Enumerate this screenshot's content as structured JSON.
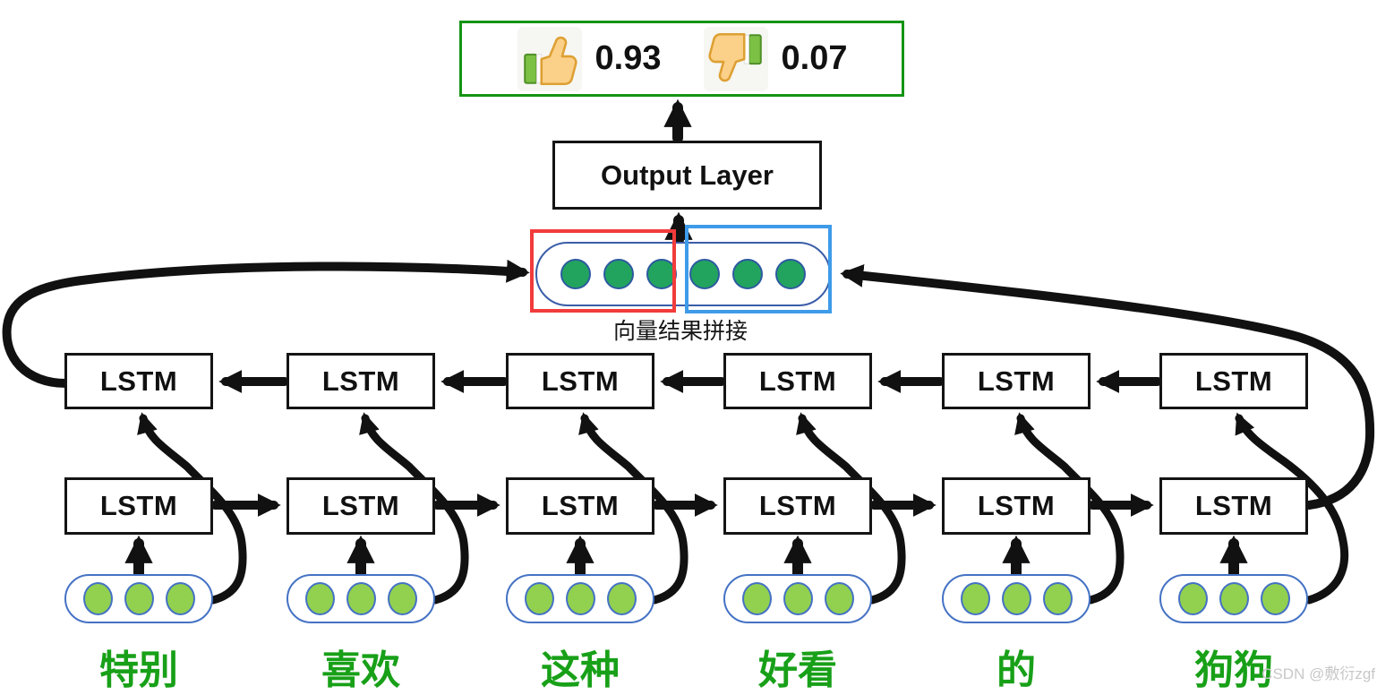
{
  "diagram": {
    "result_box": {
      "positive_icon": "thumbs-up-icon",
      "positive_value": "0.93",
      "negative_icon": "thumbs-down-icon",
      "negative_value": "0.07"
    },
    "output_layer_label": "Output Layer",
    "concat": {
      "label": "向量结果拼接",
      "left_half_units": 3,
      "right_half_units": 3,
      "left_half_outline_color": "#f23b3b",
      "right_half_outline_color": "#3e9be9"
    },
    "backward_lstm_labels": [
      "LSTM",
      "LSTM",
      "LSTM",
      "LSTM",
      "LSTM",
      "LSTM"
    ],
    "forward_lstm_labels": [
      "LSTM",
      "LSTM",
      "LSTM",
      "LSTM",
      "LSTM",
      "LSTM"
    ],
    "tokens": [
      "特别",
      "喜欢",
      "这种",
      "好看",
      "的",
      "狗狗"
    ],
    "embedding_units_per_token": 3,
    "colors": {
      "embedding_fill": "#92d050",
      "embedding_border": "#4472c4",
      "concat_unit_fill": "#22a45f",
      "result_box_border": "#149414",
      "token_text": "#18a018",
      "arrow": "#111111"
    },
    "watermark": "CSDN @敷衍zgf"
  }
}
